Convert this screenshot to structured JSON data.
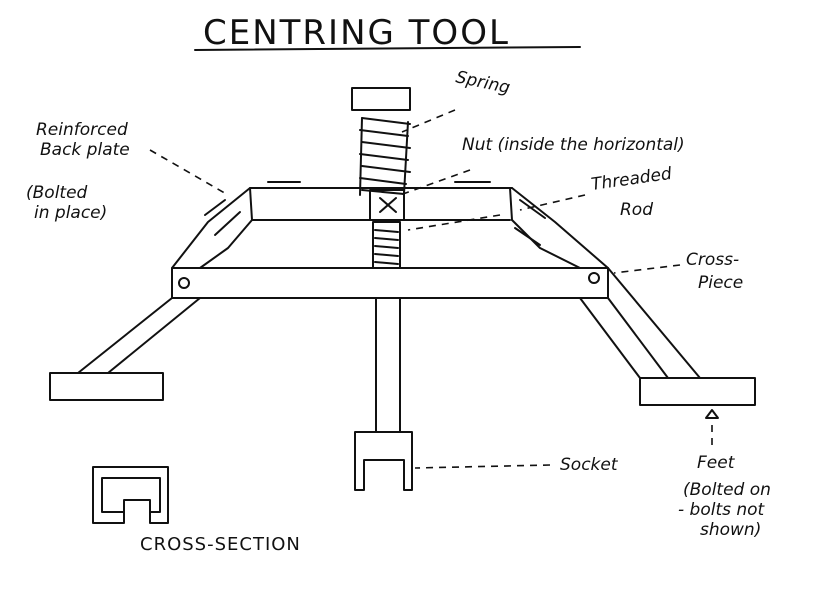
{
  "title": "CENTRING TOOL",
  "labels": {
    "spring": "Spring",
    "back_plate_1": "Reinforced",
    "back_plate_2": "Back plate",
    "bolted_1": "(Bolted",
    "bolted_2": "in place)",
    "nut": "Nut (inside the horizontal)",
    "threaded_1": "Threaded",
    "threaded_2": "Rod",
    "cross_1": "Cross-",
    "cross_2": "Piece",
    "socket": "Socket",
    "feet": "Feet",
    "feet_note_1": "(Bolted on",
    "feet_note_2": "- bolts not",
    "feet_note_3": "shown)",
    "cross_section": "CROSS-SECTION"
  }
}
